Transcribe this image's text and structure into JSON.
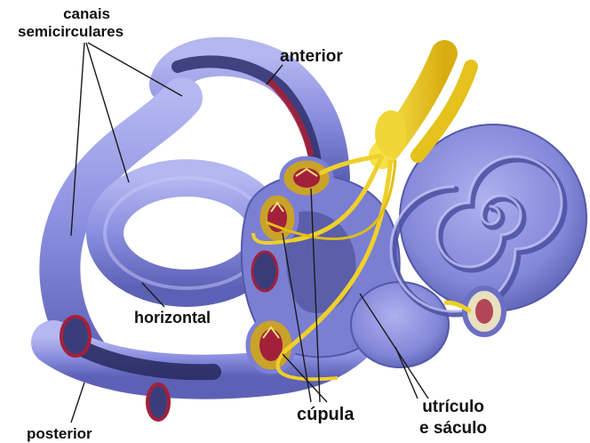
{
  "labels": {
    "canais_line1": "canais",
    "canais_line2": "semicirculares",
    "anterior": "anterior",
    "horizontal": "horizontal",
    "posterior": "posterior",
    "cupula": "cúpula",
    "utriculo_line1": "utrículo",
    "utriculo_line2": "e sáculo"
  },
  "colors": {
    "canal_fill": "#8b8fe0",
    "canal_shade": "#5b5fb8",
    "canal_highlight": "#b9bcf2",
    "nerve": "#f2d21e",
    "nerve_shade": "#c9a40d",
    "cut_red": "#a3203a",
    "leader_line": "#1a1a1a"
  }
}
